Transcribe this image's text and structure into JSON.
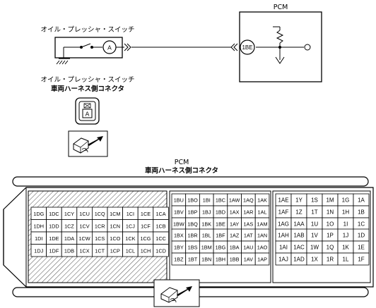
{
  "pcm_top_label": "PCM",
  "switch_label": "オイル・プレッシャ・スイッチ",
  "switch_pin": "A",
  "pcm_pin": "1BE",
  "connector_caption_line1": "オイル・プレッシャ・スイッチ",
  "connector_caption_line2": "車両ハーネス側コネクタ",
  "small_connector_pin": "A",
  "pcm_connector_label_line1": "PCM",
  "pcm_connector_label_line2": "車両ハーネス側コネクタ",
  "block_left": [
    [
      "1DG",
      "1DC",
      "1CY",
      "1CU",
      "1CQ",
      "1CM",
      "1CI",
      "1CE",
      "1CA"
    ],
    [
      "1DH",
      "1DD",
      "1CZ",
      "1CV",
      "1CR",
      "1CN",
      "1CJ",
      "1CF",
      "1CB"
    ],
    [
      "1DI",
      "1DE",
      "1DA",
      "1CW",
      "1CS",
      "1CO",
      "1CK",
      "1CG",
      "1CC"
    ],
    [
      "1DJ",
      "1DF",
      "1DB",
      "1CX",
      "1CT",
      "1CP",
      "1CL",
      "1CH",
      "1CD"
    ]
  ],
  "block_mid_top": [
    [
      "1BU",
      "1BO",
      "1BI",
      "1BC",
      "1AW",
      "1AQ",
      "1AK"
    ],
    [
      "1BV",
      "1BP",
      "1BJ",
      "1BD",
      "1AX",
      "1AR",
      "1AL"
    ],
    [
      "1BW",
      "1BQ",
      "1BK",
      "1BE",
      "1AY",
      "1AS",
      "1AM"
    ]
  ],
  "block_mid_bottom": [
    [
      "1BX",
      "1BR",
      "1BL",
      "1BF",
      "1AZ",
      "1AT",
      "1AN"
    ],
    [
      "1BY",
      "1BS",
      "1BM",
      "1BG",
      "1BA",
      "1AU",
      "1AO"
    ],
    [
      "1BZ",
      "1BT",
      "1BN",
      "1BH",
      "1BB",
      "1AV",
      "1AP"
    ]
  ],
  "block_right_top": [
    [
      "1AE",
      "1Y",
      "1S",
      "1M",
      "1G",
      "1A"
    ],
    [
      "1AF",
      "1Z",
      "1T",
      "1N",
      "1H",
      "1B"
    ],
    [
      "1AG",
      "1AA",
      "1U",
      "1O",
      "1I",
      "1C"
    ]
  ],
  "block_right_bottom": [
    [
      "1AH",
      "1AB",
      "1V",
      "1P",
      "1J",
      "1D"
    ],
    [
      "1AI",
      "1AC",
      "1W",
      "1Q",
      "1K",
      "1E"
    ],
    [
      "1AJ",
      "1AD",
      "1X",
      "1R",
      "1L",
      "1F"
    ]
  ]
}
